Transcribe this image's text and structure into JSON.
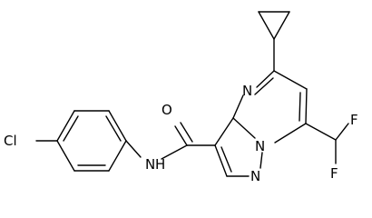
{
  "molecule": {
    "atoms": {
      "chlorine": "Cl",
      "amide_oxygen": "O",
      "amide_nh": "N",
      "amide_h": "H",
      "pyrimidine_n": "N",
      "bridgehead_n": "N",
      "pyrazole_n": "N",
      "fluorine_top": "F",
      "fluorine_bottom": "F"
    }
  }
}
